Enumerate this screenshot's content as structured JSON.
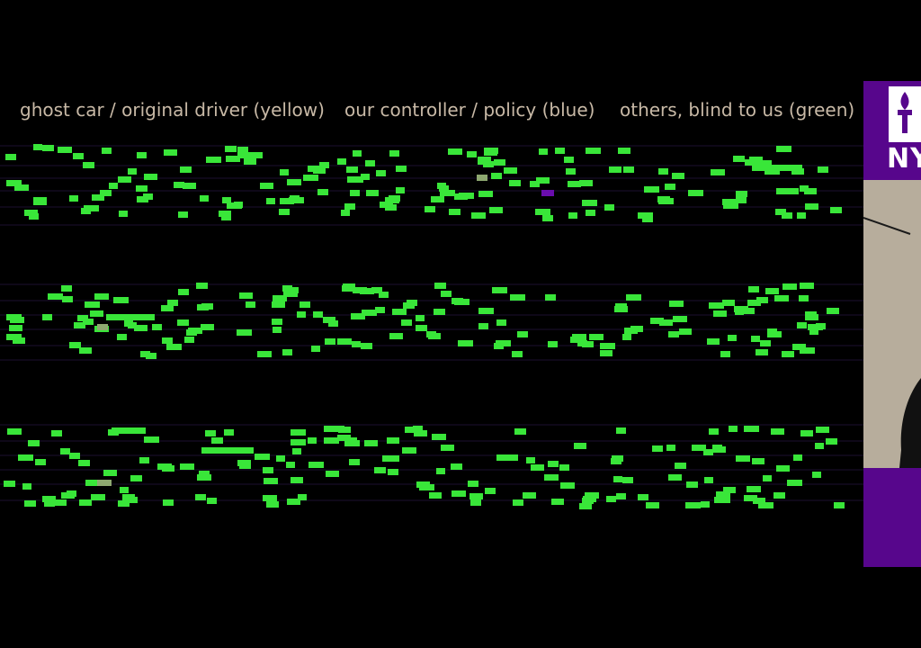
{
  "legend": {
    "ghost_label": "ghost car / original driver (yellow)",
    "ours_label": "our controller / policy (blue)",
    "others_label": "others, blind to us (green)"
  },
  "colors": {
    "background": "#000000",
    "legend_text": "#c8b9a6",
    "ghost_car": "#8ea870",
    "our_car": "#6a0dad",
    "other_cars": "#39e639",
    "lane_line": "#1c1030",
    "nyu_purple": "#57068c",
    "photo_bg": "#b7ad9c"
  },
  "sidebar": {
    "logo_text": "NY",
    "logo_icon": "torch-icon"
  }
}
